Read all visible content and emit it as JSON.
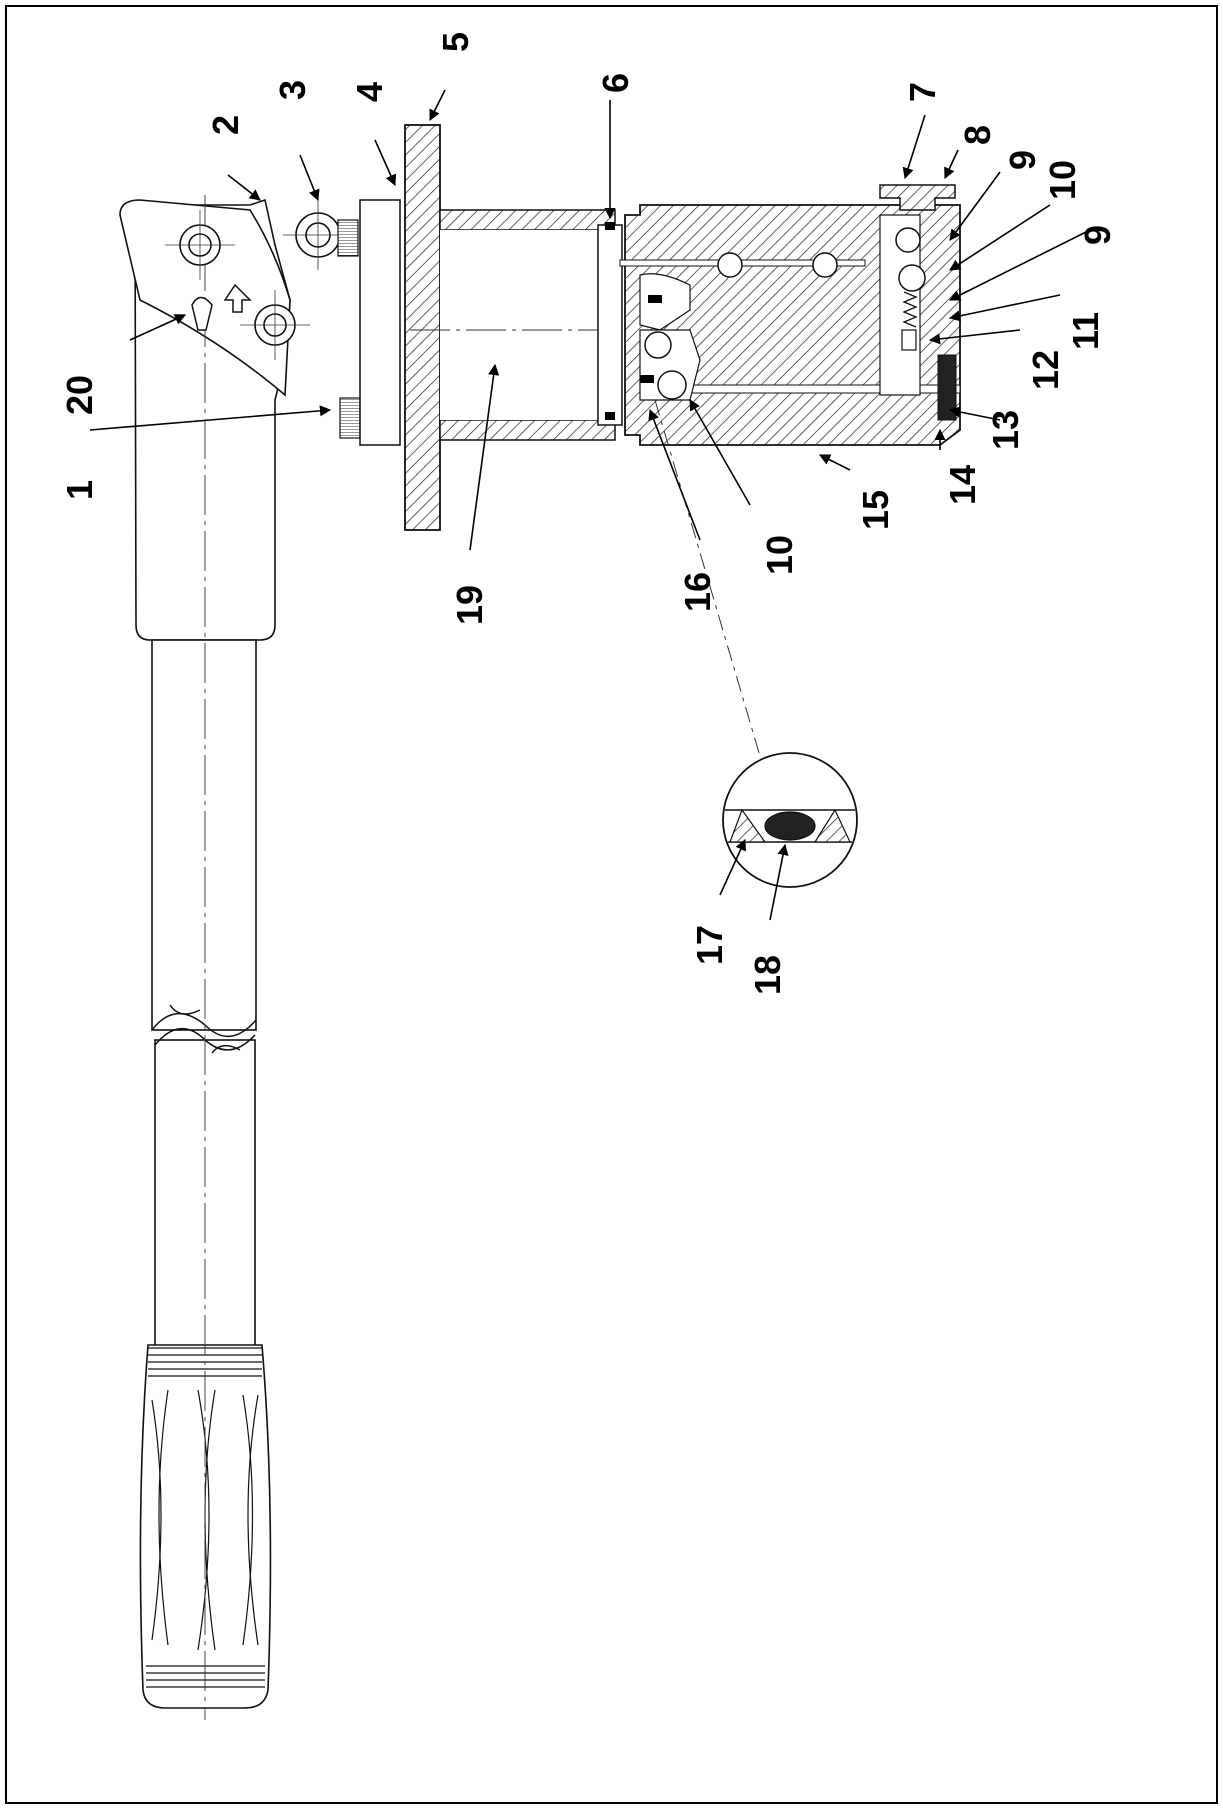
{
  "diagram": {
    "callouts": [
      {
        "id": "c1",
        "label": "1"
      },
      {
        "id": "c2",
        "label": "2"
      },
      {
        "id": "c3",
        "label": "3"
      },
      {
        "id": "c4",
        "label": "4"
      },
      {
        "id": "c5",
        "label": "5"
      },
      {
        "id": "c6",
        "label": "6"
      },
      {
        "id": "c7",
        "label": "7"
      },
      {
        "id": "c8",
        "label": "8"
      },
      {
        "id": "c9a",
        "label": "9"
      },
      {
        "id": "c10a",
        "label": "10"
      },
      {
        "id": "c9b",
        "label": "9"
      },
      {
        "id": "c11",
        "label": "11"
      },
      {
        "id": "c12",
        "label": "12"
      },
      {
        "id": "c13",
        "label": "13"
      },
      {
        "id": "c14",
        "label": "14"
      },
      {
        "id": "c15",
        "label": "15"
      },
      {
        "id": "c10b",
        "label": "10"
      },
      {
        "id": "c16",
        "label": "16"
      },
      {
        "id": "c19",
        "label": "19"
      },
      {
        "id": "c20",
        "label": "20"
      },
      {
        "id": "c17",
        "label": "17"
      },
      {
        "id": "c18",
        "label": "18"
      }
    ]
  }
}
